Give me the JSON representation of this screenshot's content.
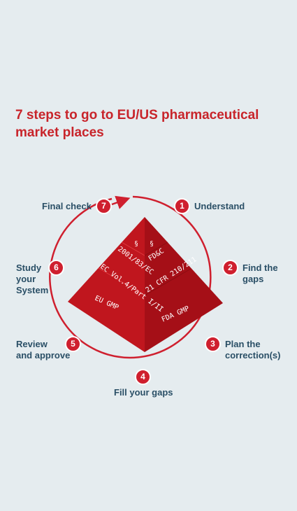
{
  "title": {
    "line1": "7 steps to go to EU/US pharmaceutical",
    "line2": "market places"
  },
  "steps": [
    {
      "number": "1",
      "label": "Understand"
    },
    {
      "number": "2",
      "label": "Find the\ngaps"
    },
    {
      "number": "3",
      "label": "Plan the\ncorrection(s)"
    },
    {
      "number": "4",
      "label": "Fill your gaps"
    },
    {
      "number": "5",
      "label": "Review\nand approve"
    },
    {
      "number": "6",
      "label": "Study\nyour\nSystem"
    },
    {
      "number": "7",
      "label": "Final check"
    }
  ],
  "pyramid": {
    "left": [
      "§",
      "2001/83/EC",
      "EC Vol.4/Part I/II",
      "EU GMP"
    ],
    "right": [
      "§",
      "FD&C",
      "21 CFR 210/211",
      "FDA GMP"
    ]
  },
  "colors": {
    "accent": "#c8242a",
    "label": "#2a4f66",
    "background": "#e5ecef"
  }
}
